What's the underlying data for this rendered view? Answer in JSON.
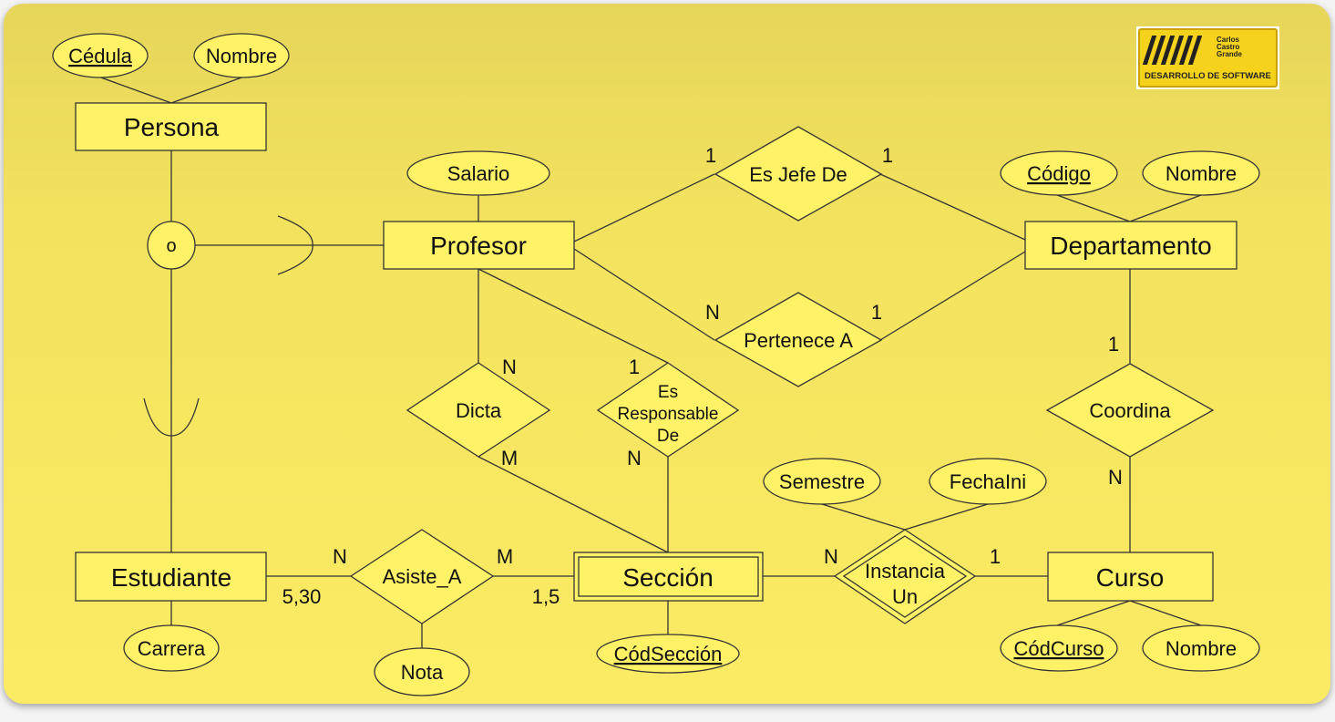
{
  "entities": {
    "persona": "Persona",
    "profesor": "Profesor",
    "departamento": "Departamento",
    "estudiante": "Estudiante",
    "seccion": "Sección",
    "curso": "Curso"
  },
  "attributes": {
    "persona_cedula": "Cédula",
    "persona_nombre": "Nombre",
    "profesor_salario": "Salario",
    "departamento_codigo": "Código",
    "departamento_nombre": "Nombre",
    "estudiante_carrera": "Carrera",
    "asiste_nota": "Nota",
    "seccion_codseccion": "CódSección",
    "instancia_semestre": "Semestre",
    "instancia_fechaini": "FechaIni",
    "curso_codcurso": "CódCurso",
    "curso_nombre": "Nombre"
  },
  "relationships": {
    "es_jefe_de": "Es Jefe De",
    "pertenece_a": "Pertenece A",
    "dicta": "Dicta",
    "es_responsable_de": [
      "Es",
      "Responsable",
      "De"
    ],
    "coordina": "Coordina",
    "asiste_a": "Asiste_A",
    "instancia_un": [
      "Instancia",
      "Un"
    ]
  },
  "specialization": {
    "circle_label": "o"
  },
  "cardinalities": {
    "jefe_profesor": "1",
    "jefe_departamento": "1",
    "pertenece_profesor": "N",
    "pertenece_departamento": "1",
    "dicta_profesor": "N",
    "dicta_seccion": "M",
    "responsable_profesor": "1",
    "responsable_seccion": "N",
    "coordina_departamento": "1",
    "coordina_curso": "N",
    "asiste_estudiante": "N",
    "asiste_estudiante_range": "5,30",
    "asiste_seccion": "M",
    "asiste_seccion_range": "1,5",
    "instancia_seccion": "N",
    "instancia_curso": "1"
  },
  "logo": {
    "name_lines": [
      "Carlos",
      "Castro",
      "Grande"
    ],
    "subtitle": "DESARROLLO DE SOFTWARE"
  }
}
